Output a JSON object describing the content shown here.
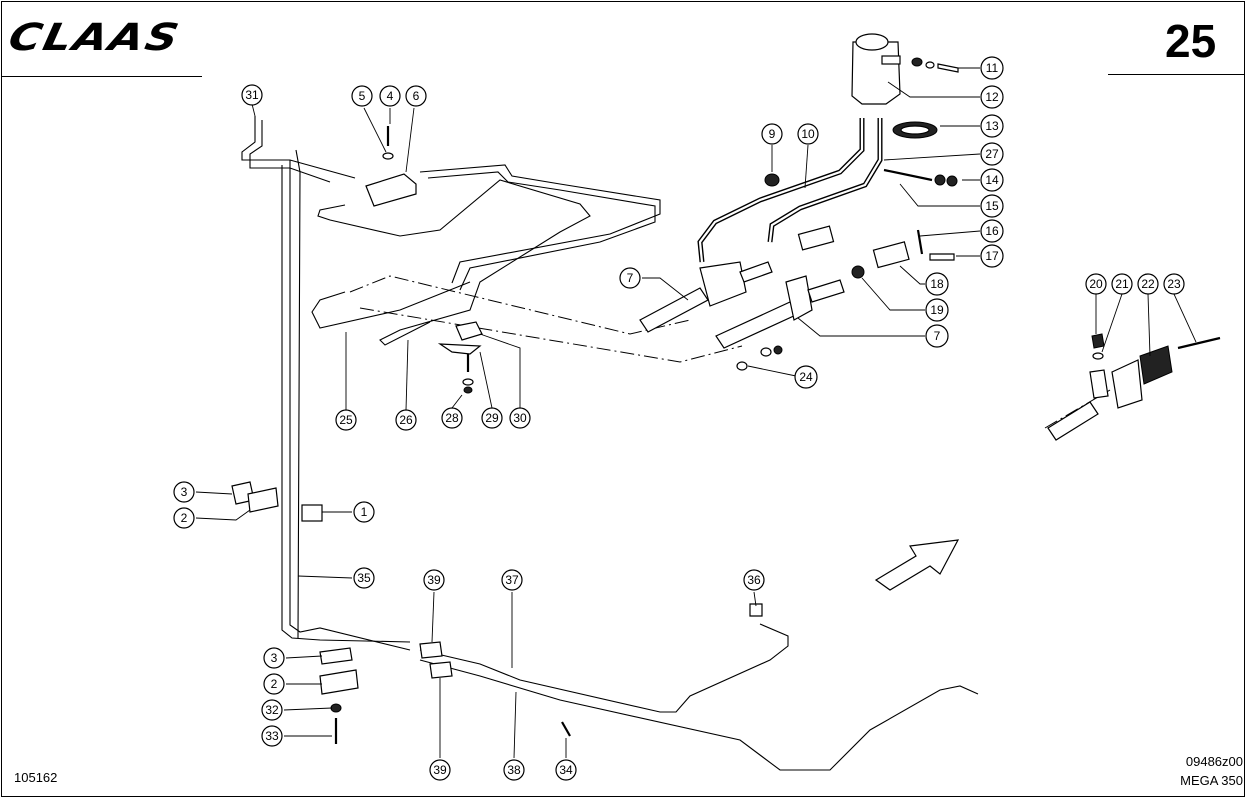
{
  "header": {
    "brand": "CLAAS",
    "page_number": "25"
  },
  "footer": {
    "doc_number": "105162",
    "drawing_code": "09486z00",
    "model": "MEGA 350"
  },
  "callouts": [
    "31",
    "5",
    "4",
    "6",
    "11",
    "12",
    "13",
    "9",
    "10",
    "27",
    "14",
    "15",
    "16",
    "17",
    "18",
    "19",
    "7",
    "7",
    "24",
    "25",
    "26",
    "28",
    "29",
    "30",
    "20",
    "21",
    "22",
    "23",
    "3",
    "2",
    "1",
    "35",
    "39",
    "37",
    "36",
    "3",
    "2",
    "32",
    "33",
    "39",
    "38",
    "34"
  ]
}
